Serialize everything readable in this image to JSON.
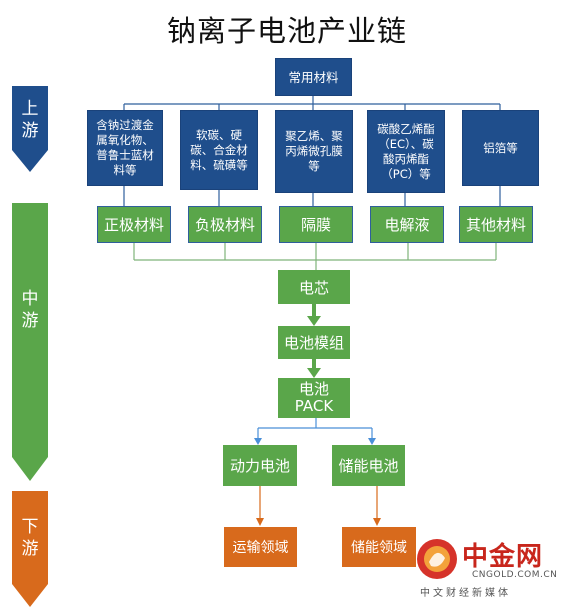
{
  "title": "钠离子电池产业链",
  "stages": {
    "upstream": "上\n游",
    "midstream": "中\n游",
    "downstream": "下\n游"
  },
  "common_materials": "常用材料",
  "raw_materials": [
    "含钠过渡金属氧化物、普鲁士蓝材料等",
    "软碳、硬碳、合金材料、硫磺等",
    "聚乙烯、聚丙烯微孔膜等",
    "碳酸乙烯酯（EC）、碳酸丙烯酯（PC）等",
    "铝箔等"
  ],
  "component_materials": [
    "正极材料",
    "负极材料",
    "隔膜",
    "电解液",
    "其他材料"
  ],
  "cell": "电芯",
  "module": "电池模组",
  "pack": "电池\nPACK",
  "battery_types": [
    "动力电池",
    "储能电池"
  ],
  "applications": [
    "运输领域",
    "储能领域"
  ],
  "logo": {
    "cn": "中金网",
    "en": "CNGOLD.COM.CN",
    "sub": "中文财经新媒体"
  },
  "colors": {
    "blue": "#1f4e8c",
    "green": "#5aa64a",
    "orange": "#d86a1c",
    "light_blue_arrow": "#4a8fd8",
    "connector": "#7fb37a"
  }
}
